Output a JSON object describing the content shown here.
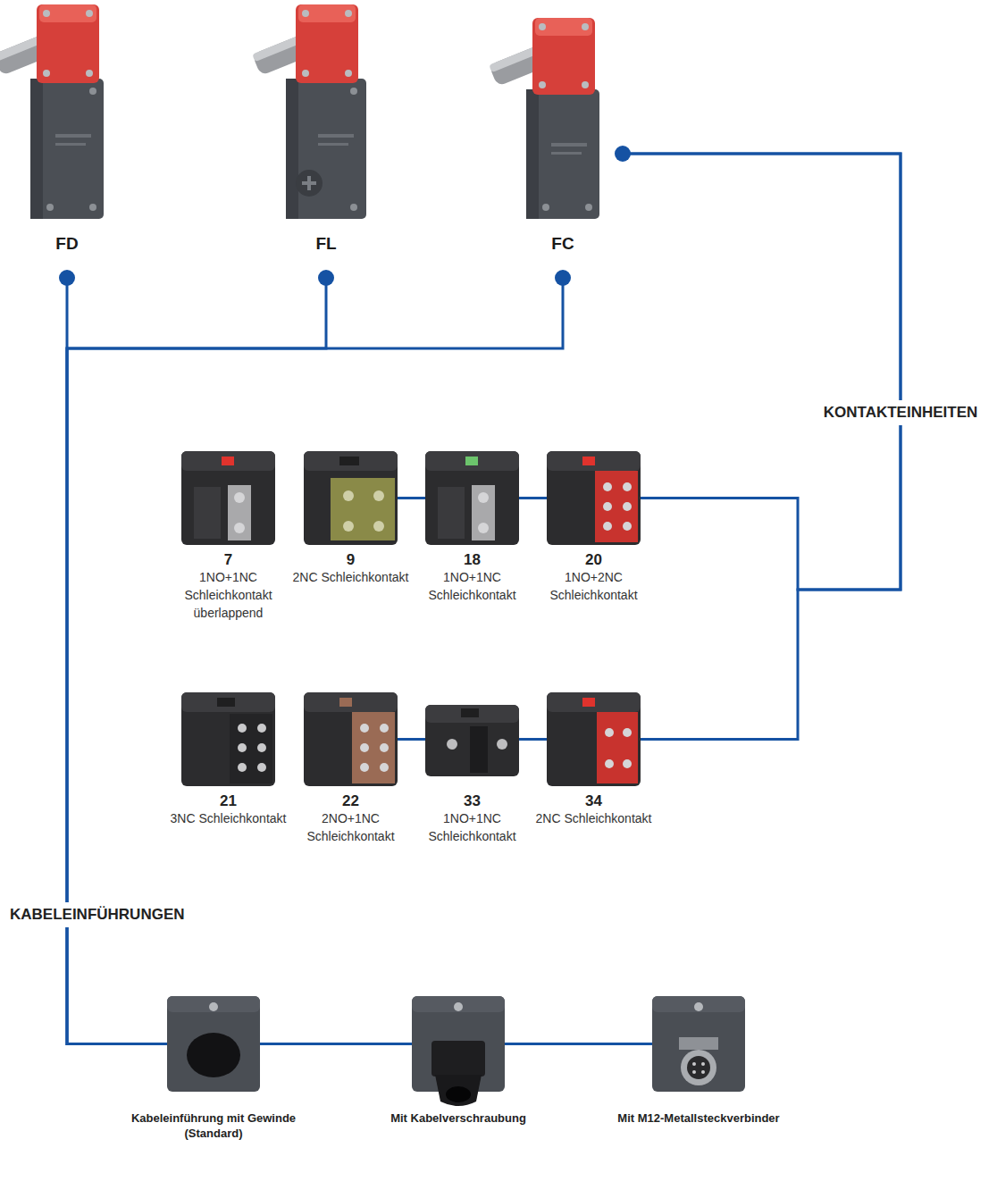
{
  "diagram": {
    "nodes": [
      {
        "text": [
          "FD"
        ]
      },
      {
        "text": [
          "FL"
        ]
      },
      {
        "text": [
          "FC"
        ]
      },
      {
        "text": [
          "7",
          "1NO+1NC Schleichkontakt überlappend"
        ]
      },
      {
        "text": [
          "9",
          "2NC Schleichkontakt"
        ]
      },
      {
        "text": [
          "18",
          "1NO+1NC Schleichkontakt"
        ]
      },
      {
        "text": [
          "20",
          "1NO+2NC Schleichkontakt"
        ]
      },
      {
        "text": [
          "21",
          "3NC Schleichkontakt"
        ]
      },
      {
        "text": [
          "22",
          "2NO+1NC Schleichkontakt"
        ]
      },
      {
        "text": [
          "33",
          "1NO+1NC Schleichkontakt"
        ]
      },
      {
        "text": [
          "34",
          "2NC Schleichkontakt"
        ]
      },
      {
        "text": [
          "Kabeleinführung mit Gewinde (Standard)"
        ]
      },
      {
        "text": [
          "Mit Kabelverschraubung"
        ]
      },
      {
        "text": [
          "Mit M12-Metallsteckverbinder"
        ]
      }
    ],
    "edges": [
      {
        "from": 0,
        "to": 11,
        "arrow": "none"
      },
      {
        "from": 1,
        "to": 11,
        "arrow": "none"
      },
      {
        "from": 2,
        "to": 11,
        "arrow": "none"
      },
      {
        "from": 11,
        "to": 12,
        "arrow": "none"
      },
      {
        "from": 12,
        "to": 13,
        "arrow": "none"
      },
      {
        "from": 2,
        "to": 6,
        "arrow": "none"
      },
      {
        "from": 2,
        "to": 10,
        "arrow": "none"
      },
      {
        "from": 4,
        "to": 5,
        "arrow": "none"
      },
      {
        "from": 5,
        "to": 6,
        "arrow": "none"
      },
      {
        "from": 8,
        "to": 9,
        "arrow": "none"
      },
      {
        "from": 9,
        "to": 10,
        "arrow": "none"
      }
    ],
    "labels": [
      "KONTAKTEINHEITEN",
      "KABELEINFÜHRUNGEN"
    ]
  }
}
